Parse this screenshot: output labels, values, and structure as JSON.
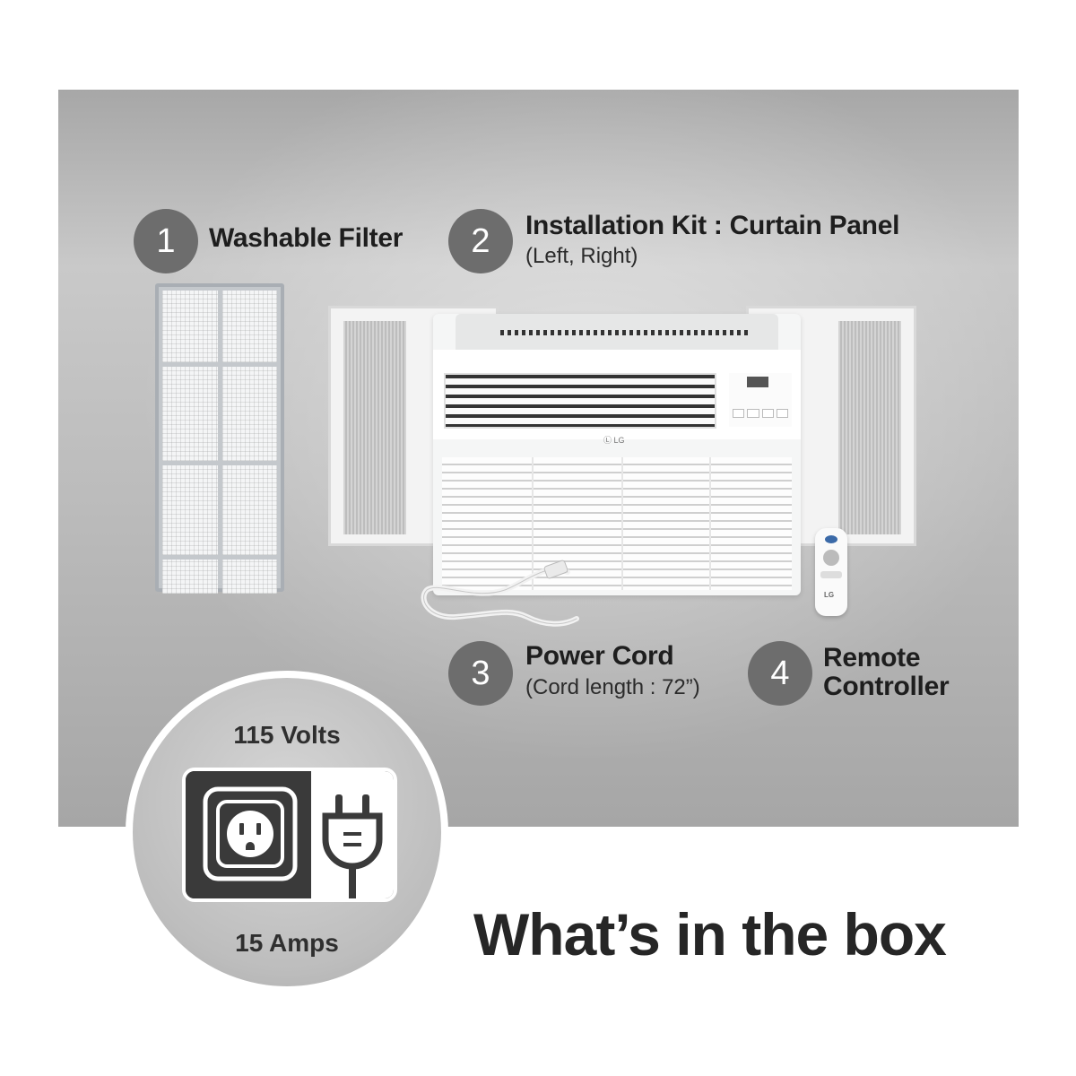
{
  "items": [
    {
      "number": "1",
      "title": "Washable Filter",
      "subtitle": ""
    },
    {
      "number": "2",
      "title": "Installation Kit : Curtain Panel",
      "subtitle": "(Left, Right)"
    },
    {
      "number": "3",
      "title": "Power Cord",
      "subtitle": "(Cord length : 72”)"
    },
    {
      "number": "4",
      "title": "Remote",
      "title_line2": "Controller"
    }
  ],
  "power": {
    "volts": "115 Volts",
    "amps": "15 Amps"
  },
  "headline": "What’s in the box",
  "brand": {
    "ac_logo": "Ⓛ LG",
    "remote_logo": "LG"
  },
  "icons": [
    "outlet-icon",
    "plug-icon"
  ],
  "colors": {
    "badge": "#6d6d6d",
    "panel": "#bcbcbc",
    "plug_box": "#3a3a3a"
  }
}
